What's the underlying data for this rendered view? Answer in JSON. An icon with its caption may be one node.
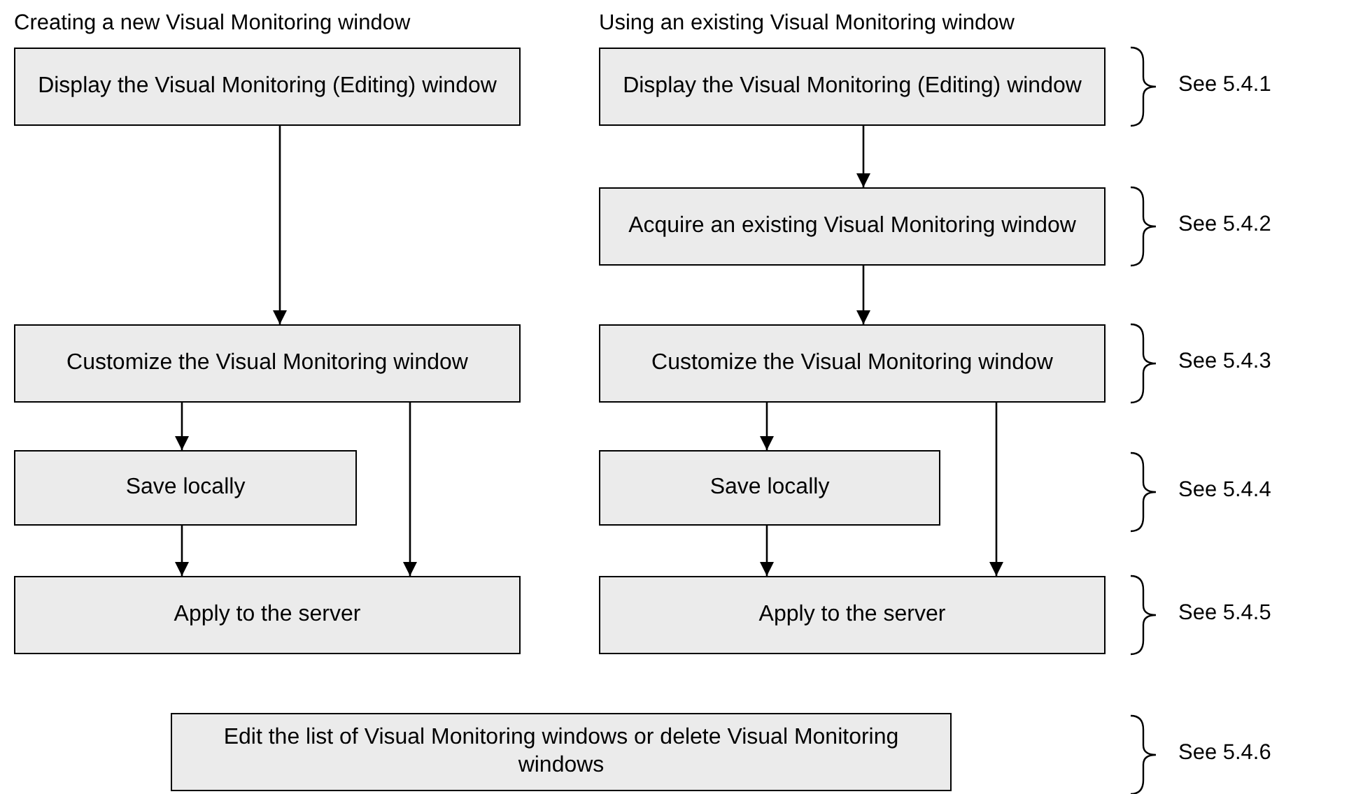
{
  "diagram": {
    "nodes": [
      {
        "text": [
          "Display the Visual Monitoring (Editing) window"
        ]
      },
      {
        "text": [
          "Customize the Visual Monitoring window"
        ]
      },
      {
        "text": [
          "Save locally"
        ]
      },
      {
        "text": [
          "Apply to the server"
        ]
      },
      {
        "text": [
          "Display the Visual Monitoring (Editing) window"
        ]
      },
      {
        "text": [
          "Acquire an existing Visual Monitoring window"
        ]
      },
      {
        "text": [
          "Customize the Visual Monitoring window"
        ]
      },
      {
        "text": [
          "Save locally"
        ]
      },
      {
        "text": [
          "Apply to the server"
        ]
      },
      {
        "text": [
          "Edit the list of Visual Monitoring windows or delete Visual Monitoring windows"
        ]
      }
    ],
    "edges": [
      {
        "from": 0,
        "to": 1,
        "arrow": "to"
      },
      {
        "from": 1,
        "to": 2,
        "arrow": "to"
      },
      {
        "from": 1,
        "to": 3,
        "arrow": "to"
      },
      {
        "from": 2,
        "to": 3,
        "arrow": "to"
      },
      {
        "from": 4,
        "to": 5,
        "arrow": "to"
      },
      {
        "from": 5,
        "to": 6,
        "arrow": "to"
      },
      {
        "from": 6,
        "to": 7,
        "arrow": "to"
      },
      {
        "from": 6,
        "to": 8,
        "arrow": "to"
      },
      {
        "from": 7,
        "to": 8,
        "arrow": "to"
      }
    ],
    "labels": [
      "Creating a new Visual Monitoring window",
      "Using an existing Visual Monitoring window",
      "See 5.4.1",
      "See 5.4.2",
      "See 5.4.3",
      "See 5.4.4",
      "See 5.4.5",
      "See 5.4.6"
    ]
  }
}
